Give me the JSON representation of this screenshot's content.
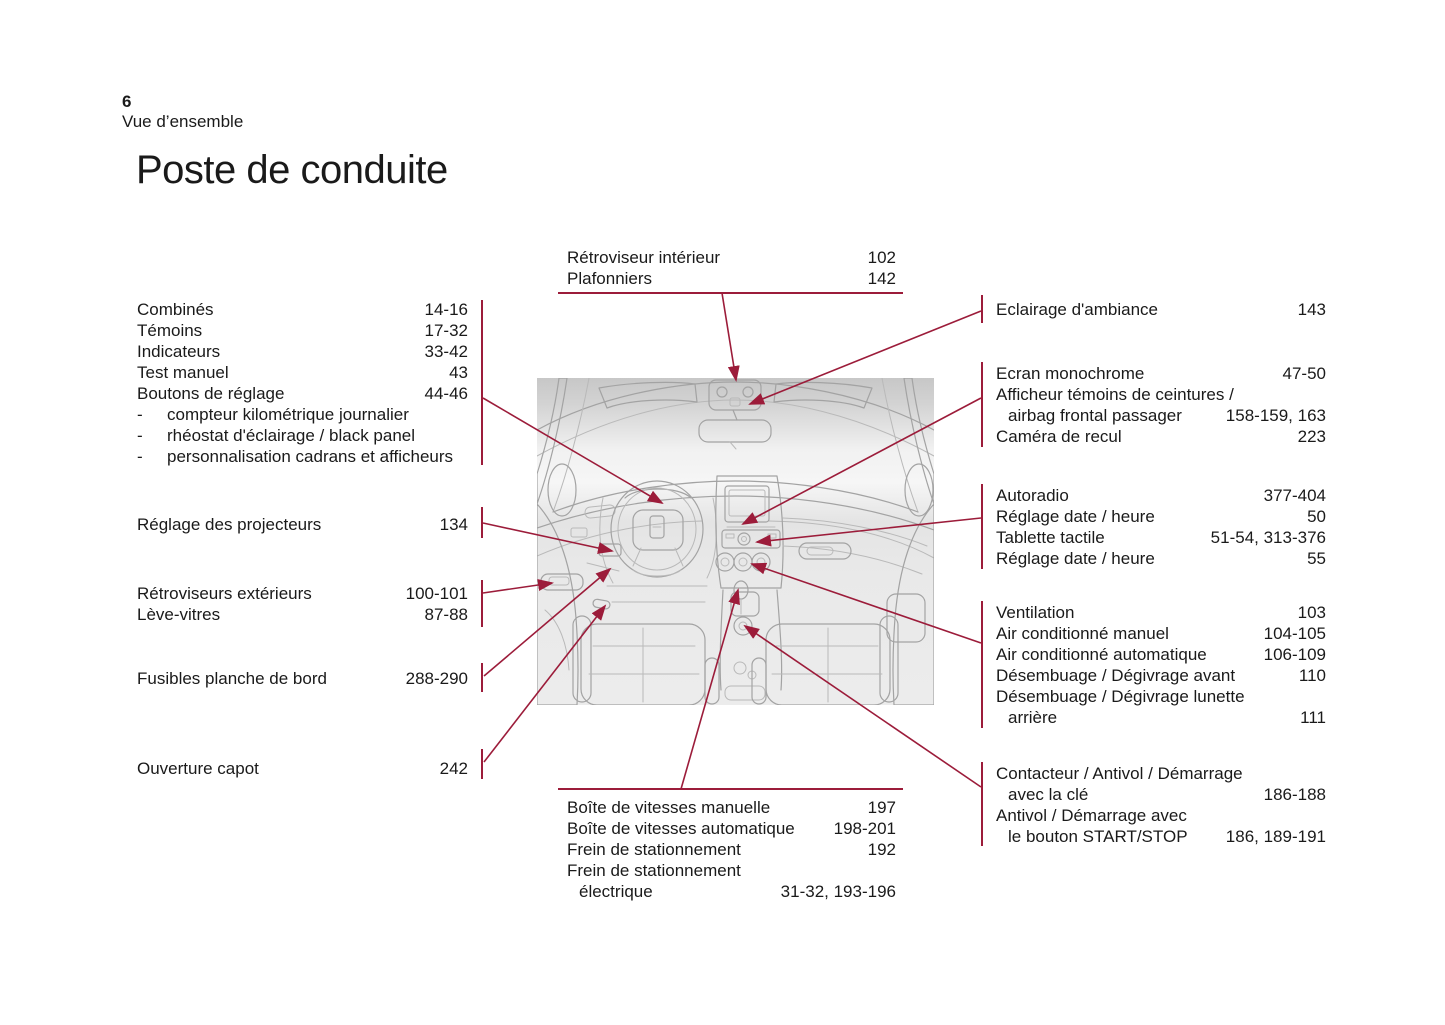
{
  "page": {
    "number": "6",
    "section": "Vue d’ensemble",
    "title": "Poste de conduite"
  },
  "colors": {
    "accent": "#9C1C3A",
    "text": "#1a1a1a",
    "illustration_line": "#a3a3a3"
  },
  "cluster": {
    "rows": [
      {
        "label": "Combinés",
        "pages": "14-16"
      },
      {
        "label": "Témoins",
        "pages": "17-32"
      },
      {
        "label": "Indicateurs",
        "pages": "33-42"
      },
      {
        "label": "Test manuel",
        "pages": "43"
      },
      {
        "label": "Boutons de réglage",
        "pages": "44-46"
      },
      {
        "bullet": "-",
        "label": "compteur kilométrique journalier",
        "pages": ""
      },
      {
        "bullet": "-",
        "label": "rhéostat d'éclairage / black panel",
        "pages": ""
      },
      {
        "bullet": "-",
        "label": "personnalisation cadrans et afficheurs",
        "pages": ""
      }
    ]
  },
  "projecteurs": {
    "rows": [
      {
        "label": "Réglage des projecteurs",
        "pages": "134"
      }
    ]
  },
  "retroviseurs": {
    "rows": [
      {
        "label": "Rétroviseurs extérieurs",
        "pages": "100-101"
      },
      {
        "label": "Lève-vitres",
        "pages": "87-88"
      }
    ]
  },
  "fusibles": {
    "rows": [
      {
        "label": "Fusibles planche de bord",
        "pages": "288-290"
      }
    ]
  },
  "capot": {
    "rows": [
      {
        "label": "Ouverture capot",
        "pages": "242"
      }
    ]
  },
  "plafond": {
    "rows": [
      {
        "label": "Rétroviseur intérieur",
        "pages": "102"
      },
      {
        "label": "Plafonniers",
        "pages": "142"
      }
    ]
  },
  "console": {
    "rows": [
      {
        "label": "Boîte de vitesses manuelle",
        "pages": "197"
      },
      {
        "label": "Boîte de vitesses automatique",
        "pages": "198-201"
      },
      {
        "label": "Frein de stationnement",
        "pages": "192"
      },
      {
        "label": "Frein de stationnement",
        "pages": ""
      },
      {
        "label": "électrique",
        "pages": "31-32, 193-196"
      }
    ]
  },
  "ambiance": {
    "rows": [
      {
        "label": "Eclairage d'ambiance",
        "pages": "143"
      }
    ]
  },
  "ecran": {
    "rows": [
      {
        "label": "Ecran monochrome",
        "pages": "47-50"
      },
      {
        "label": "Afficheur témoins de ceintures /",
        "pages": ""
      },
      {
        "label": "airbag frontal passager",
        "pages": "158-159, 163"
      },
      {
        "label": "Caméra de recul",
        "pages": "223"
      }
    ]
  },
  "autoradio": {
    "rows": [
      {
        "label": "Autoradio",
        "pages": "377-404"
      },
      {
        "label": "Réglage date / heure",
        "pages": "50"
      },
      {
        "label": "Tablette tactile",
        "pages": "51-54, 313-376"
      },
      {
        "label": "Réglage date / heure",
        "pages": "55"
      }
    ]
  },
  "ventilation": {
    "rows": [
      {
        "label": "Ventilation",
        "pages": "103"
      },
      {
        "label": "Air conditionné manuel",
        "pages": "104-105"
      },
      {
        "label": "Air conditionné automatique",
        "pages": "106-109"
      },
      {
        "label": "Désembuage / Dégivrage avant",
        "pages": "110"
      },
      {
        "label": "Désembuage / Dégivrage lunette",
        "pages": ""
      },
      {
        "label": "arrière",
        "pages": "111"
      }
    ]
  },
  "contacteur": {
    "rows": [
      {
        "label": "Contacteur / Antivol / Démarrage",
        "pages": ""
      },
      {
        "label": "avec la clé",
        "pages": "186-188"
      },
      {
        "label": "Antivol / Démarrage avec",
        "pages": ""
      },
      {
        "label": "le bouton START/STOP",
        "pages": "186, 189-191"
      }
    ]
  }
}
